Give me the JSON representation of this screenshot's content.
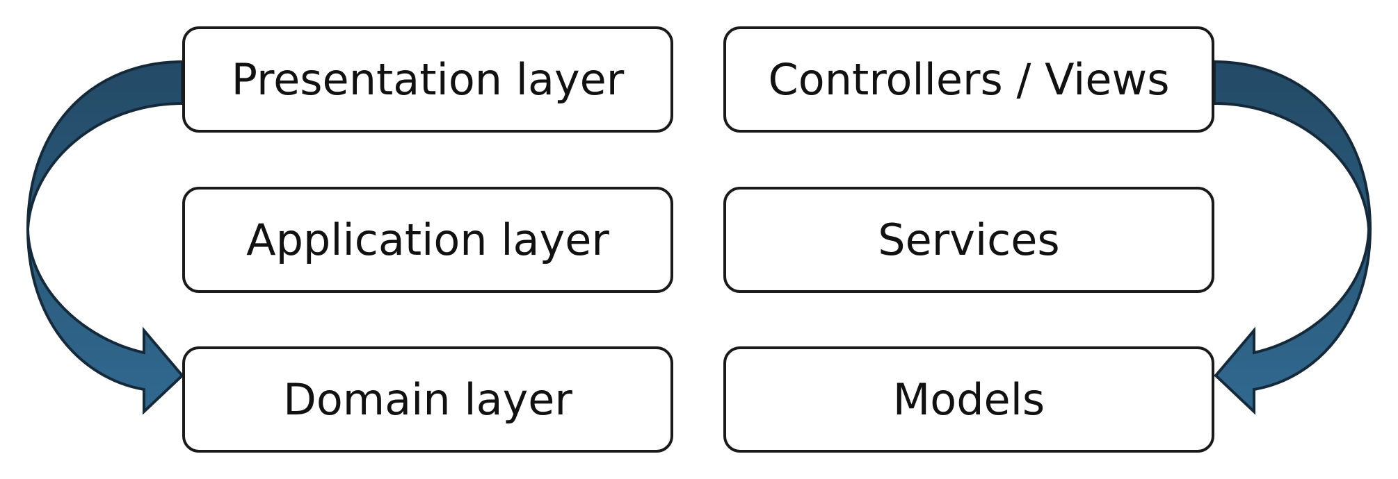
{
  "diagram": {
    "left_column": [
      {
        "label": "Presentation layer"
      },
      {
        "label": "Application layer"
      },
      {
        "label": "Domain layer"
      }
    ],
    "right_column": [
      {
        "label": "Controllers / Views"
      },
      {
        "label": "Services"
      },
      {
        "label": "Models"
      }
    ],
    "arrow_colors": {
      "top": "#234a66",
      "bottom": "#31698f",
      "stroke": "#14293a"
    }
  }
}
